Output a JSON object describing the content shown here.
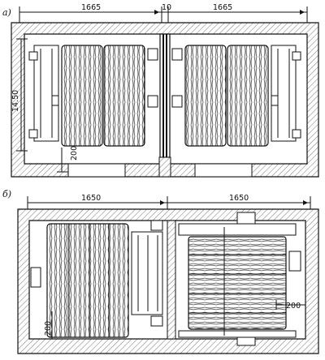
{
  "drawing": {
    "top_view": {
      "marker": "а)",
      "dim_left": "1665",
      "dim_gap": "10",
      "dim_right": "1665",
      "dim_height": "14.50",
      "dim_base": "200"
    },
    "bottom_view": {
      "marker": "б)",
      "dim_left": "1650",
      "dim_right": "1650",
      "dim_left_base": "200",
      "dim_right_side": "200"
    }
  }
}
